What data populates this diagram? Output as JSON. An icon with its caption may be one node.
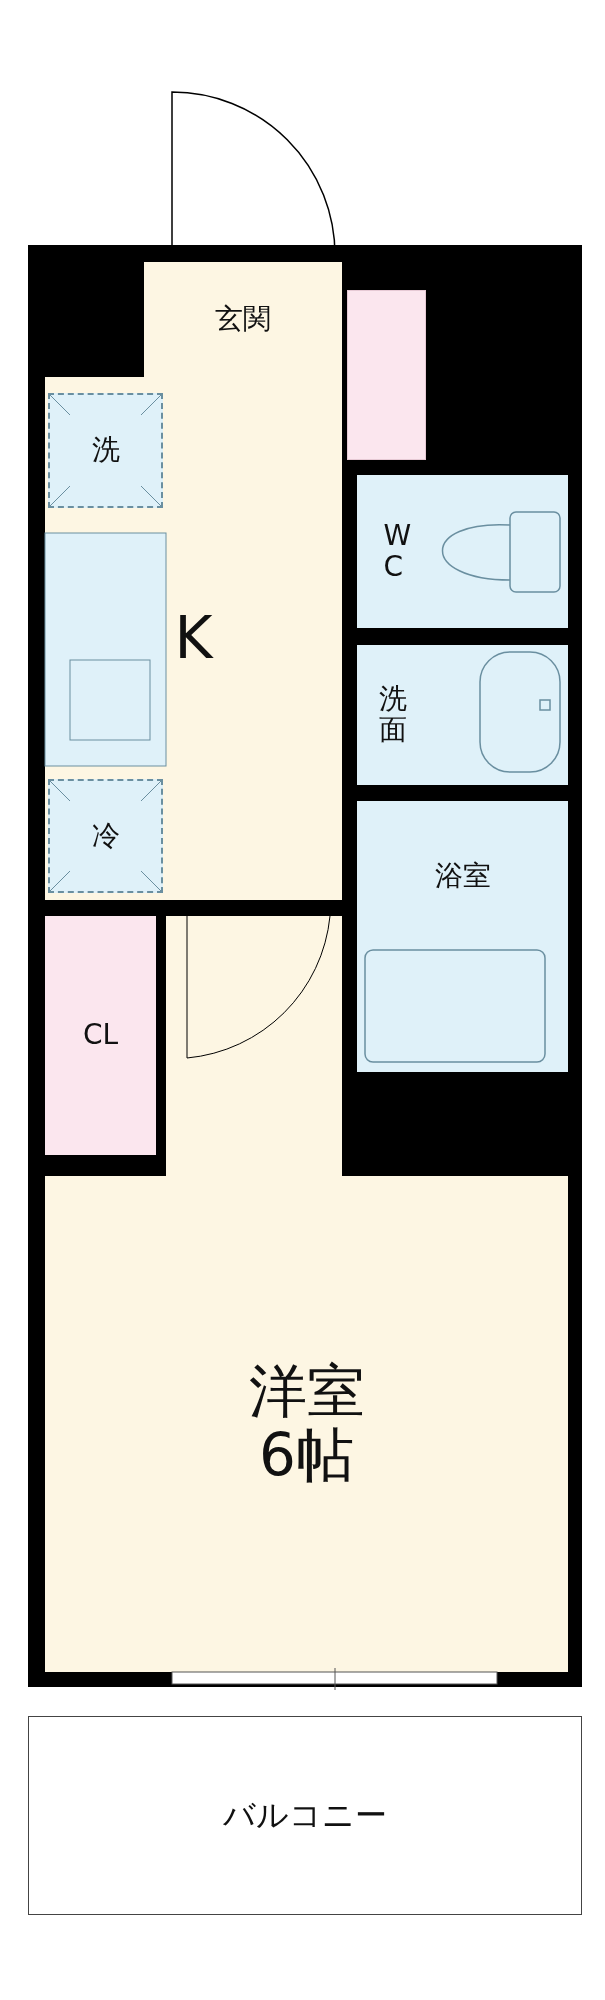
{
  "diagram": {
    "nodes": [
      {
        "text": [
          "玄関"
        ]
      },
      {
        "text": [
          "洗"
        ],
        "in": 3
      },
      {
        "text": [
          "WC"
        ]
      },
      {
        "text": [
          "K"
        ]
      },
      {
        "text": [
          "洗面"
        ]
      },
      {
        "text": [
          "冷"
        ],
        "in": 3
      },
      {
        "text": [
          "浴室"
        ]
      },
      {
        "text": [
          "CL"
        ]
      },
      {
        "text": [
          "洋室",
          "6帖"
        ]
      },
      {
        "text": [
          "バルコニー"
        ]
      },
      {
        "text": [],
        "shape": "box"
      }
    ],
    "edges": []
  }
}
